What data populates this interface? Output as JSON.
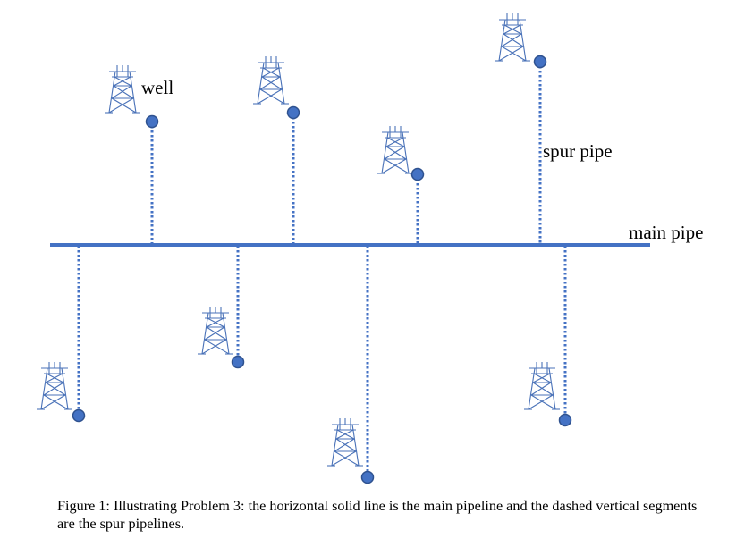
{
  "labels": {
    "well": "well",
    "spur_pipe": "spur pipe",
    "main_pipe": "main pipe"
  },
  "caption": "Figure 1: Illustrating Problem 3: the horizontal solid line is the main pipeline and the dashed vertical segments are the spur pipelines.",
  "colors": {
    "pipe": "#4472c4",
    "well_fill": "#4472c4",
    "well_stroke": "#2f528f",
    "tower": "#4a72b8"
  },
  "icons": {
    "well": "oil-derrick-icon"
  },
  "wells": [
    {
      "side": "above"
    },
    {
      "side": "above"
    },
    {
      "side": "above"
    },
    {
      "side": "above"
    },
    {
      "side": "below"
    },
    {
      "side": "below"
    },
    {
      "side": "below"
    },
    {
      "side": "below"
    }
  ]
}
